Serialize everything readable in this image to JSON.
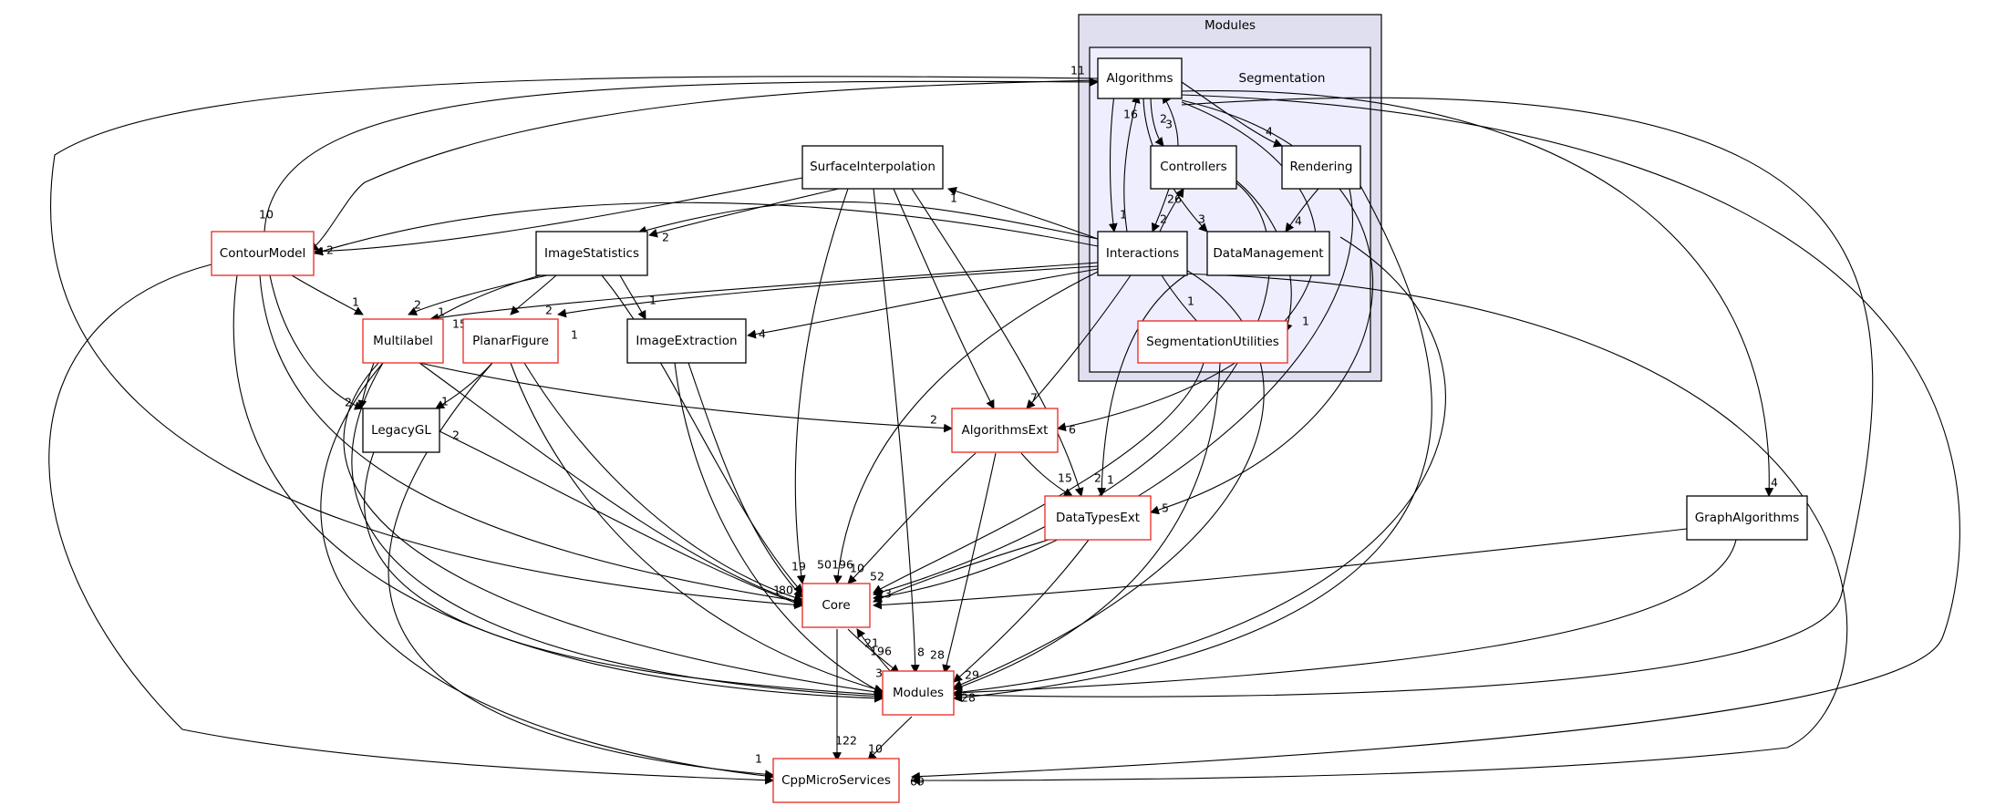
{
  "diagram": {
    "clusters": {
      "modules": "Modules",
      "segmentation": "Segmentation"
    },
    "nodes": {
      "algorithms": "Algorithms",
      "controllers": "Controllers",
      "rendering": "Rendering",
      "interactions": "Interactions",
      "datamanagement": "DataManagement",
      "segmentationutilities": "SegmentationUtilities",
      "contourmodel": "ContourModel",
      "surfaceinterpolation": "SurfaceInterpolation",
      "imagestatistics": "ImageStatistics",
      "multilabel": "Multilabel",
      "planarfigure": "PlanarFigure",
      "imageextraction": "ImageExtraction",
      "legacygl": "LegacyGL",
      "algorithmsext": "AlgorithmsExt",
      "datatypesext": "DataTypesExt",
      "graphalgorithms": "GraphAlgorithms",
      "core": "Core",
      "modules": "Modules",
      "cppmicroservices": "CppMicroServices"
    },
    "edge_labels": [
      "1",
      "16",
      "2",
      "3",
      "4",
      "4",
      "1",
      "26",
      "2",
      "3",
      "1",
      "1",
      "1",
      "1",
      "10",
      "2",
      "1",
      "2",
      "1",
      "2",
      "15",
      "1",
      "3",
      "2",
      "1",
      "4",
      "2",
      "2",
      "1",
      "2",
      "7",
      "15",
      "2",
      "1",
      "5",
      "6",
      "4",
      "50",
      "196",
      "10",
      "52",
      "19",
      "23",
      "80",
      "3",
      "1",
      "21",
      "196",
      "8",
      "28",
      "29",
      "28",
      "122",
      "10",
      "1",
      "69"
    ]
  }
}
